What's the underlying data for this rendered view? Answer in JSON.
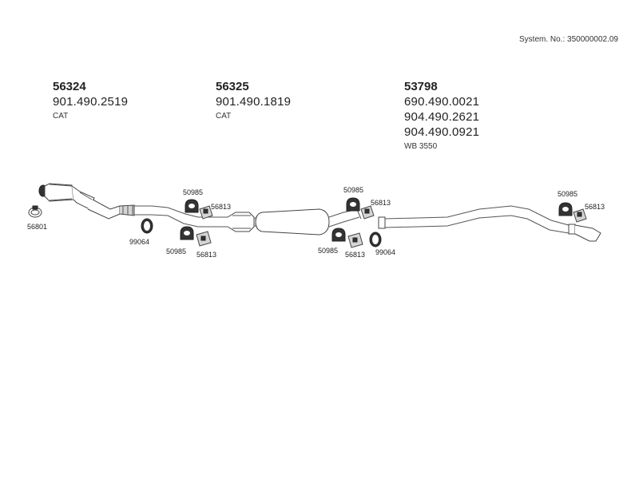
{
  "system_no": "System. No.: 350000002.09",
  "groups": [
    {
      "number": "56324",
      "refs": [
        "901.490.2519"
      ],
      "note": "CAT"
    },
    {
      "number": "56325",
      "refs": [
        "901.490.1819"
      ],
      "note": "CAT"
    },
    {
      "number": "53798",
      "refs": [
        "690.490.0021",
        "904.490.2621",
        "904.490.0921"
      ],
      "note": "WB 3550"
    }
  ],
  "labels": {
    "clamp_56801": "56801",
    "clamp_99064_a": "99064",
    "hanger_50985_a": "50985",
    "bracket_56813_a": "56813",
    "hanger_50985_b": "50985",
    "bracket_56813_b": "56813",
    "hanger_50985_c": "50985",
    "bracket_56813_c": "56813",
    "hanger_50985_d": "50985",
    "bracket_56813_d": "56813",
    "clamp_99064_b": "99064",
    "hanger_50985_e": "50985",
    "bracket_56813_e": "56813"
  }
}
